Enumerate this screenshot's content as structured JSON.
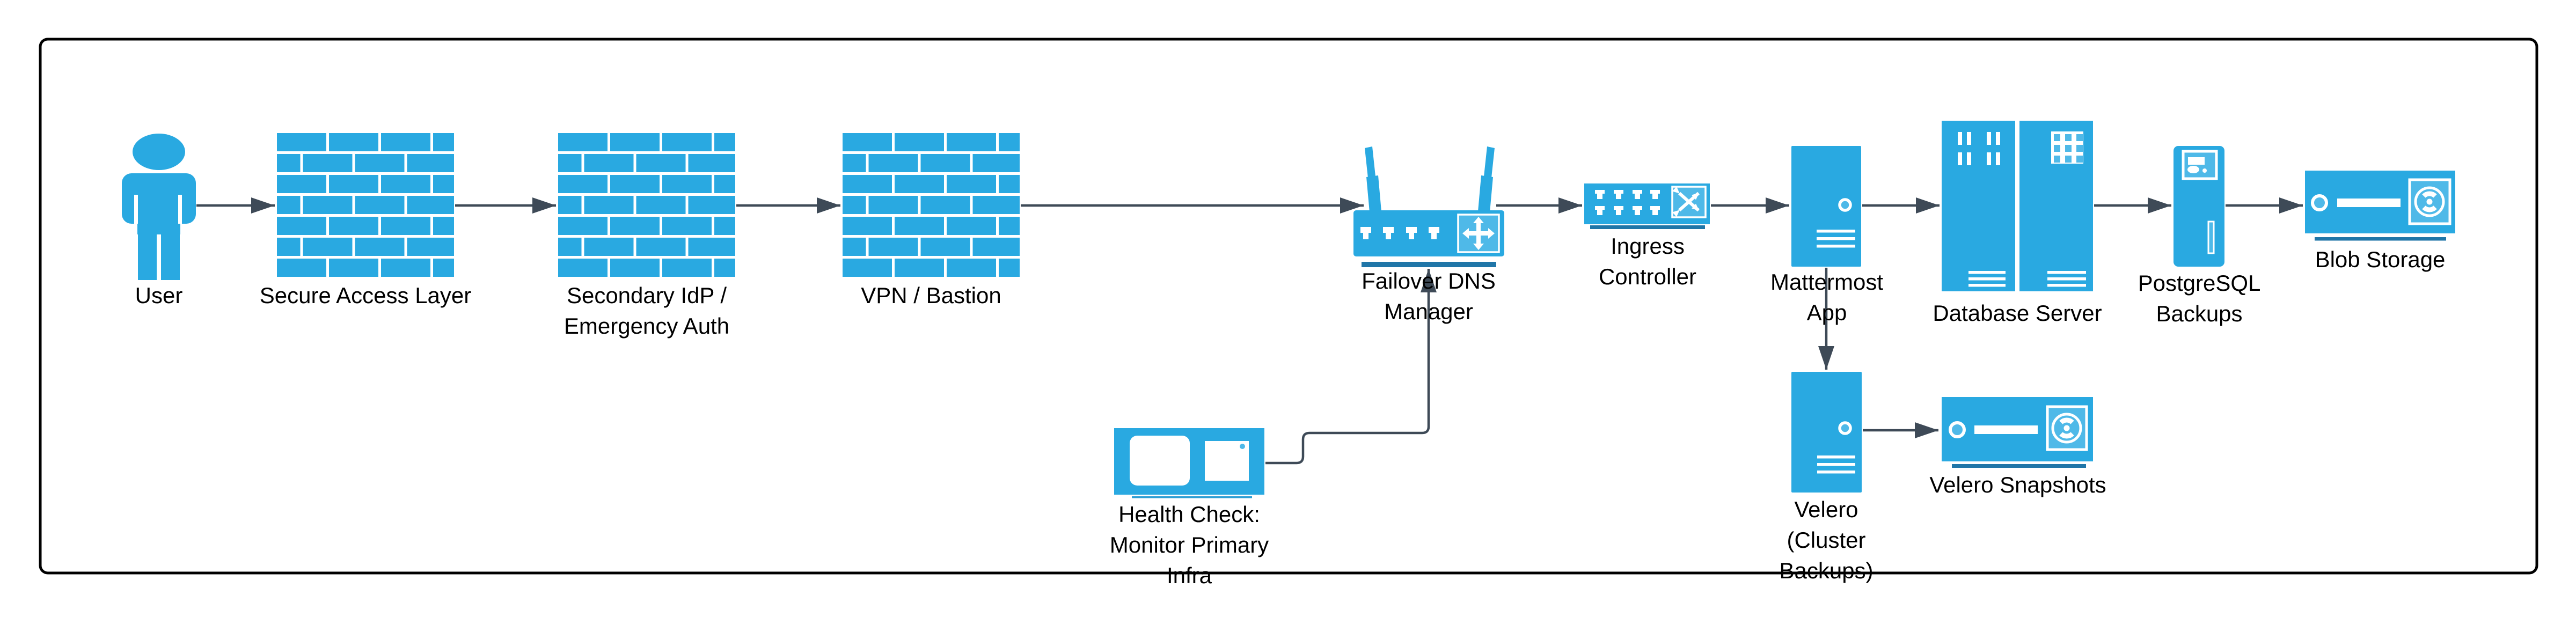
{
  "diagram": {
    "type": "architecture-flow",
    "description_visible_elements_only": true,
    "colors": {
      "node_fill": "#29A9E1",
      "icon_accent_light": "#4FB9E8",
      "icon_detail_white": "#FFFFFF",
      "label_underline_bar": "#2076A8",
      "label_underline_thin": "#2E9FD4",
      "connector": "#3E4A57",
      "outer_border": "#000000",
      "background": "#FFFFFF",
      "label_text": "#000000"
    }
  },
  "nodes": {
    "user": {
      "label": "User",
      "icon": "person-icon"
    },
    "secure_access": {
      "label": "Secure Access Layer",
      "icon": "firewall-icon"
    },
    "secondary_idp": {
      "label": "Secondary IdP /\nEmergency Auth",
      "icon": "firewall-icon"
    },
    "vpn_bastion": {
      "label": "VPN / Bastion",
      "icon": "firewall-icon"
    },
    "failover_dns": {
      "label": "Failover DNS\nManager",
      "icon": "wireless-router-icon"
    },
    "ingress": {
      "label": "Ingress\nController",
      "icon": "network-switch-icon"
    },
    "mattermost": {
      "label": "Mattermost\nApp",
      "icon": "server-tower-icon"
    },
    "database": {
      "label": "Database Server",
      "icon": "server-rack-icon"
    },
    "pg_backups": {
      "label": "PostgreSQL\nBackups",
      "icon": "backup-server-icon"
    },
    "blob": {
      "label": "Blob Storage",
      "icon": "storage-device-icon"
    },
    "health_check": {
      "label": "Health Check:\nMonitor Primary\nInfra",
      "icon": "monitor-icon"
    },
    "velero": {
      "label": "Velero\n(Cluster\nBackups)",
      "icon": "server-tower-icon"
    },
    "velero_snapshots": {
      "label": "Velero Snapshots",
      "icon": "storage-device-icon"
    }
  },
  "edges": [
    {
      "from": "User",
      "to": "Secure Access Layer"
    },
    {
      "from": "Secure Access Layer",
      "to": "Secondary IdP / Emergency Auth"
    },
    {
      "from": "Secondary IdP / Emergency Auth",
      "to": "VPN / Bastion"
    },
    {
      "from": "VPN / Bastion",
      "to": "Failover DNS Manager"
    },
    {
      "from": "Failover DNS Manager",
      "to": "Ingress Controller"
    },
    {
      "from": "Ingress Controller",
      "to": "Mattermost App"
    },
    {
      "from": "Mattermost App",
      "to": "Database Server"
    },
    {
      "from": "Database Server",
      "to": "PostgreSQL Backups"
    },
    {
      "from": "PostgreSQL Backups",
      "to": "Blob Storage"
    },
    {
      "from": "Mattermost App",
      "to": "Velero (Cluster Backups)"
    },
    {
      "from": "Velero (Cluster Backups)",
      "to": "Velero Snapshots"
    },
    {
      "from": "Health Check: Monitor Primary Infra",
      "to": "Failover DNS Manager"
    }
  ]
}
